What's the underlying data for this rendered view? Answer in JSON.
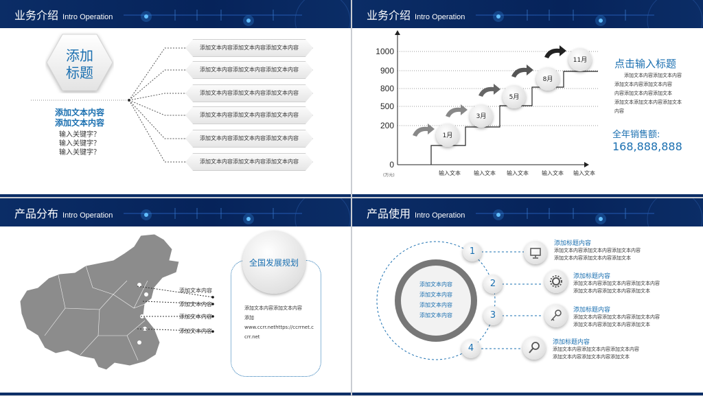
{
  "colors": {
    "accent": "#1a6fb0",
    "header_bg": "#0b2d66",
    "gray": "#7f7f7f"
  },
  "panel1": {
    "header": {
      "title": "业务介绍",
      "subtitle": "Intro Operation"
    },
    "hex_title": [
      "添加",
      "标题"
    ],
    "blue_lines": [
      "添加文本内容",
      "添加文本内容"
    ],
    "keywords": [
      "输入关键字？",
      "输入关键字？",
      "输入关键字？"
    ],
    "items": [
      "添加文本内容添加文本内容添加文本内容",
      "添加文本内容添加文本内容添加文本内容",
      "添加文本内容添加文本内容添加文本内容",
      "添加文本内容添加文本内容添加文本内容",
      "添加文本内容添加文本内容添加文本内容",
      "添加文本内容添加文本内容添加文本内容"
    ]
  },
  "panel2": {
    "header": {
      "title": "业务介绍",
      "subtitle": "Intro Operation"
    },
    "chart_data": {
      "type": "line",
      "y_ticks": [
        "1000",
        "900",
        "800",
        "500",
        "200",
        "0"
      ],
      "ylabel": "(万元)",
      "categories": [
        "输入文本",
        "输入文本",
        "输入文本",
        "输入文本",
        "输入文本"
      ],
      "steps": [
        "1月",
        "3月",
        "5月",
        "8月",
        "11月"
      ]
    },
    "title": "点击输入标题",
    "desc": [
      "添加文本内容添加文本内容",
      "添加文本内容添加文本内容",
      "内容添加文本内容添加文本",
      "添加文本添加文本内容添加文本",
      "内容"
    ],
    "sales_label": "全年销售额:",
    "sales_value": "168,888,888"
  },
  "panel3": {
    "header": {
      "title": "产品分布",
      "subtitle": "Intro Operation"
    },
    "map_labels": [
      "添加文本内容",
      "添加文本内容",
      "添加文本内容",
      "添加文本内容"
    ],
    "plan_title": "全国发展规划",
    "plan_text": [
      "添加文本内容添加文本内容",
      "添加",
      "www.ccrr.nethttps://ccrrnet.c",
      "crr.net"
    ]
  },
  "panel4": {
    "header": {
      "title": "产品使用",
      "subtitle": "Intro Operation"
    },
    "center_lines": [
      "添加文本内容",
      "添加文本内容",
      "添加文本内容",
      "添加文本内容"
    ],
    "steps": [
      {
        "num": "1",
        "icon": "monitor-icon",
        "title": "添加标题内容",
        "lines": [
          "添加文本内容添加文本内容添加文本内容",
          "添加文本内容添加文本内容添加文本"
        ]
      },
      {
        "num": "2",
        "icon": "gear-icon",
        "title": "添加标题内容",
        "lines": [
          "添加文本内容添加文本内容添加文本内容",
          "添加文本内容添加文本内容添加文本"
        ]
      },
      {
        "num": "3",
        "icon": "key-icon",
        "title": "添加标题内容",
        "lines": [
          "添加文本内容添加文本内容添加文本内容",
          "添加文本内容添加文本内容添加文本"
        ]
      },
      {
        "num": "4",
        "icon": "search-icon",
        "title": "添加标题内容",
        "lines": [
          "添加文本内容添加文本内容添加文本内容",
          "添加文本内容添加文本内容添加文本"
        ]
      }
    ]
  }
}
